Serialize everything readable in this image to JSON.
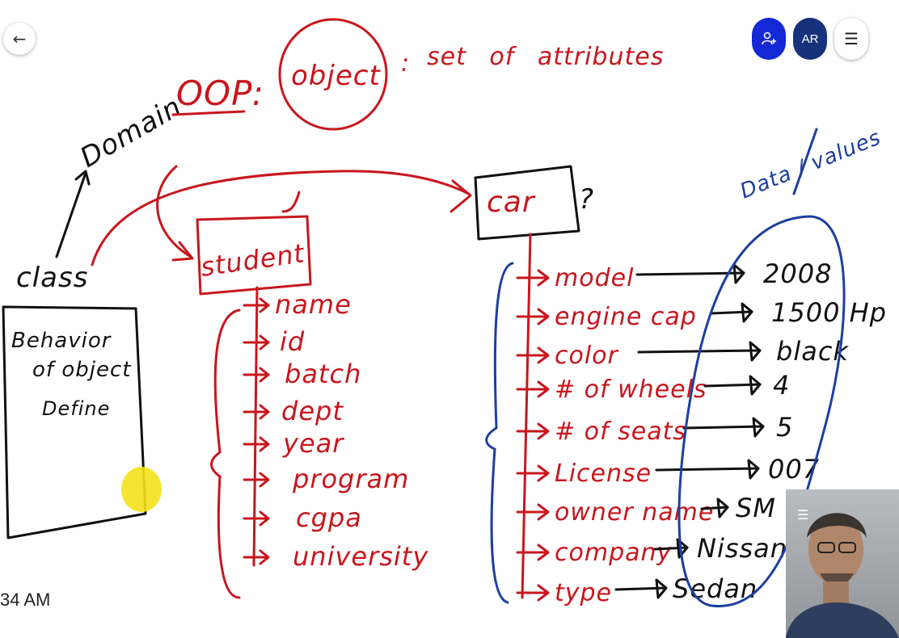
{
  "whiteboard": {
    "heading": {
      "domain": "Domain",
      "oop": "OOP:",
      "object": "object",
      "colon": ":",
      "set_of_attributes": "set of attributes"
    },
    "class_label": "class",
    "behavior_box": {
      "line1": "Behavior",
      "line2": "of object",
      "line3": "Define"
    },
    "student": {
      "title": "student",
      "attributes": [
        "name",
        "id",
        "batch",
        "dept",
        "year",
        "program",
        "cgpa",
        "university"
      ]
    },
    "car": {
      "title": "car",
      "question": "?",
      "attributes": [
        "model",
        "engine cap",
        "color",
        "# of wheels",
        "# of seats",
        "License",
        "owner name",
        "company",
        "type"
      ],
      "values": [
        "2008",
        "1500 Hp",
        "black",
        "4",
        "5",
        "007",
        "SM",
        "Nissan",
        "Sedan"
      ]
    },
    "data_values_label": "Data / values"
  },
  "toolbar": {
    "back_icon": "arrow-left-icon",
    "participants_icon": "add-person-icon",
    "avatar_initials": "AR",
    "menu_icon": "hamburger-icon"
  },
  "clock": {
    "time": "34 AM"
  },
  "video": {
    "menu_icon": "hamburger-icon"
  },
  "colors": {
    "ink_red": "#c8161d",
    "ink_black": "#111111",
    "ink_blue": "#1c3f9e",
    "participants_button": "#1428d8",
    "avatar_button": "#16327a",
    "pointer_highlight": "#f4e21a"
  }
}
